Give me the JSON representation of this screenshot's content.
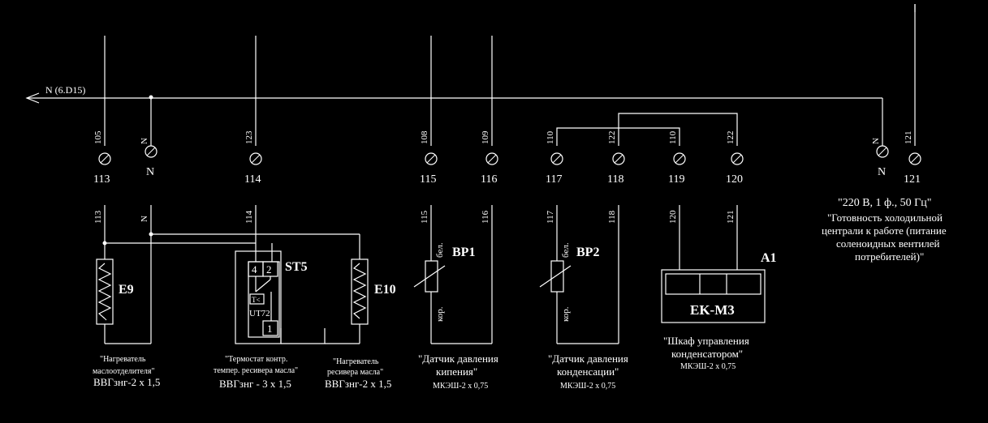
{
  "neutral": {
    "label": "N (6.D15)"
  },
  "terminals": [
    {
      "wire": "105",
      "num": "113"
    },
    {
      "wire": "N",
      "num": "N"
    },
    {
      "wire": "123",
      "num": "114"
    },
    {
      "wire": "108",
      "num": "115"
    },
    {
      "wire": "109",
      "num": "116"
    },
    {
      "wire": "110",
      "num": "117"
    },
    {
      "wire": "122",
      "num": "118"
    },
    {
      "wire": "110",
      "num": "119"
    },
    {
      "wire": "122",
      "num": "120"
    },
    {
      "wire": "N",
      "num": "N"
    },
    {
      "wire": "121",
      "num": "121"
    }
  ],
  "lower_wires": [
    "113",
    "N",
    "114",
    "115",
    "116",
    "117",
    "118",
    "120",
    "121"
  ],
  "components": {
    "e9": {
      "tag": "E9",
      "desc1": "\"Нагреватель",
      "desc2": "маслоотделителя\"",
      "cable": "ВВГзнг-2 х 1,5"
    },
    "st5": {
      "tag": "ST5",
      "contact_a": "4",
      "contact_b": "2",
      "contact_c": "1",
      "sensor": "T<",
      "model": "UT72",
      "desc1": "\"Термостат контр.",
      "desc2": "темпер. ресивера масла\"",
      "cable": "ВВГзнг - 3 х 1,5"
    },
    "e10": {
      "tag": "E10",
      "desc1": "\"Нагреватель",
      "desc2": "ресивера масла\"",
      "cable": "ВВГзнг-2 х 1,5"
    },
    "bp1": {
      "tag": "BP1",
      "pin_top": "бел.",
      "pin_bottom": "кор.",
      "desc1": "\"Датчик давления",
      "desc2": "кипения\"",
      "cable": "МКЭШ-2 х 0,75"
    },
    "bp2": {
      "tag": "BP2",
      "pin_top": "бел.",
      "pin_bottom": "кор.",
      "desc1": "\"Датчик давления",
      "desc2": "конденсации\"",
      "cable": "МКЭШ-2 х 0,75"
    },
    "a1": {
      "tag": "A1",
      "label": "EK-M3",
      "desc1": "\"Шкаф управления",
      "desc2": "конденсатором\"",
      "cable": "МКЭШ-2 х 0,75"
    }
  },
  "signal_note": {
    "line1": "\"220 В, 1 ф., 50 Гц\"",
    "line2": "\"Готовность холодильной",
    "line3": "централи к работе  (питание",
    "line4": "соленоидных вентилей",
    "line5": "потребителей)\""
  }
}
